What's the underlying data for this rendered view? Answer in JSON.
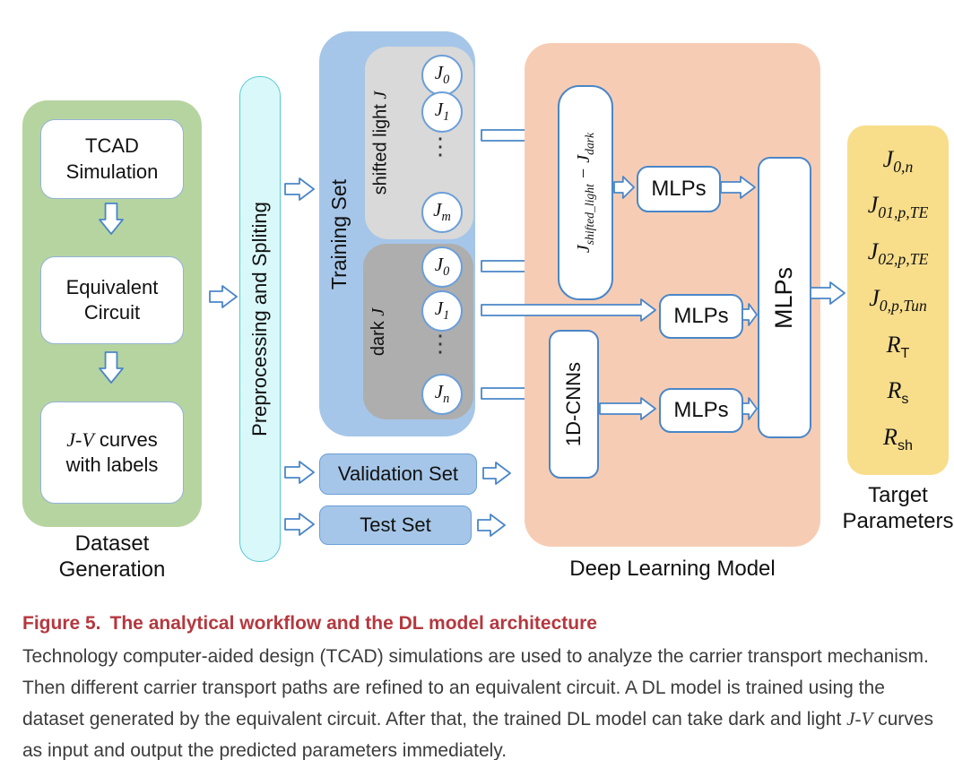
{
  "colors": {
    "arrow_blue": "#4a86c8",
    "panel_green": "#b6d4a0",
    "panel_cyan": "#d9f8fa",
    "panel_blue": "#a5c6e8",
    "panel_peach": "#f6cdb4",
    "panel_yellow": "#f8de8b",
    "group_gray_light": "#d9d9d9",
    "group_gray_dark": "#aeaeae",
    "caption_red": "#b5383f"
  },
  "dataset": {
    "box_tcad_line1": "TCAD",
    "box_tcad_line2": "Simulation",
    "box_equiv_line1": "Equivalent",
    "box_equiv_line2": "Circuit",
    "box_jv_math": "J-V",
    "box_jv_rest": " curves",
    "box_jv_line2": "with labels",
    "label_line1": "Dataset",
    "label_line2": "Generation"
  },
  "preprocessing": {
    "label": "Preprocessing and Spliting"
  },
  "training": {
    "label": "Training Set",
    "shifted": {
      "label_text": "shifted light ",
      "label_math": "J",
      "dots": "⋮",
      "circles": [
        {
          "b": "J",
          "s": "0"
        },
        {
          "b": "J",
          "s": "1"
        },
        {
          "b": "J",
          "s": "m"
        }
      ]
    },
    "dark": {
      "label_text": "dark ",
      "label_math": "J",
      "dots": "⋮",
      "circles": [
        {
          "b": "J",
          "s": "0"
        },
        {
          "b": "J",
          "s": "1"
        },
        {
          "b": "J",
          "s": "n"
        }
      ]
    }
  },
  "validation": {
    "label": "Validation Set"
  },
  "test": {
    "label": "Test Set"
  },
  "dlm": {
    "label": "Deep Learning Model",
    "diff": {
      "b1": "J",
      "s1": "shifted_light",
      "op": " − ",
      "b2": "J",
      "s2": "dark"
    },
    "cnn_label": "1D-CNNs",
    "mlp_top": "MLPs",
    "mlp_mid": "MLPs",
    "mlp_bot": "MLPs",
    "mlp_big": "MLPs"
  },
  "target": {
    "params": [
      {
        "b": "J",
        "s": "0,n"
      },
      {
        "b": "J",
        "s": "01,p,TE"
      },
      {
        "b": "J",
        "s": "02,p,TE"
      },
      {
        "b": "J",
        "s": "0,p,Tun"
      },
      {
        "b": "R",
        "s": "T"
      },
      {
        "b": "R",
        "s": "s"
      },
      {
        "b": "R",
        "s": "sh"
      }
    ],
    "label_line1": "Target",
    "label_line2": "Parameters"
  },
  "caption": {
    "heading_label": "Figure 5.",
    "heading_text": "The analytical workflow and the DL model architecture",
    "body_part1": "Technology computer-aided design (TCAD) simulations are used to analyze the carrier transport mechanism. Then different carrier transport paths are refined to an equivalent circuit. A DL model is trained using the dataset generated by the equivalent circuit. After that, the trained DL model can take dark and light ",
    "body_math": "J-V",
    "body_part2": " curves as input and output the predicted parameters immediately."
  }
}
